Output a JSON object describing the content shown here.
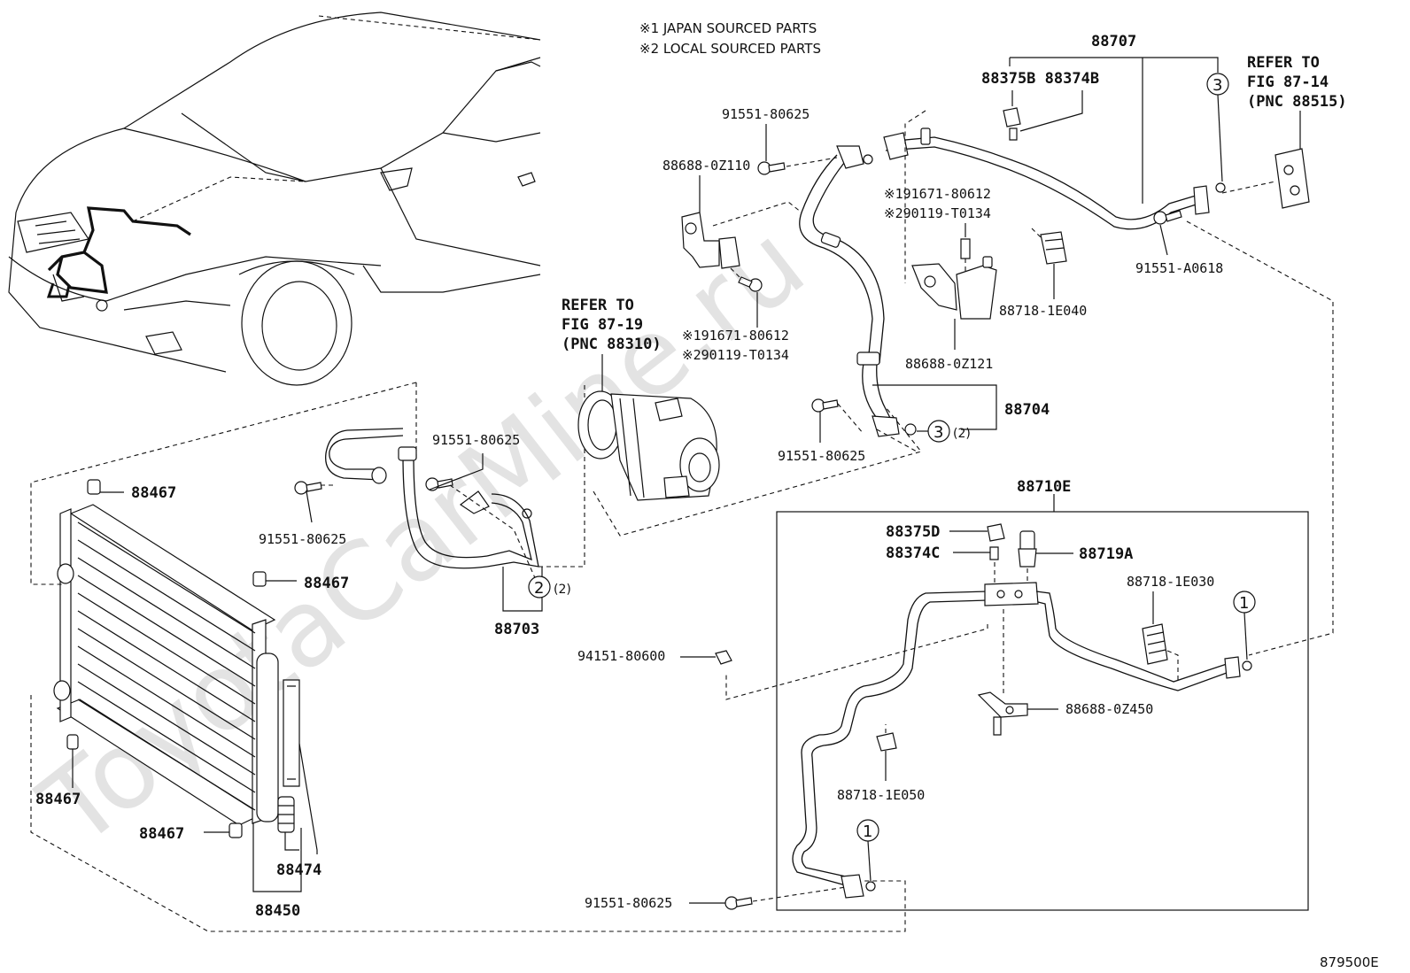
{
  "notes": {
    "note1": "※1 JAPAN SOURCED PARTS",
    "note2": "※2 LOCAL SOURCED PARTS"
  },
  "watermark": "ToyotaCarMine.ru",
  "figure_code": "879500E",
  "refs": {
    "ref_comp_1": "REFER TO",
    "ref_comp_2": "FIG 87-19",
    "ref_comp_3": "(PNC 88310)",
    "ref_valve_1": "REFER TO",
    "ref_valve_2": "FIG 87-14",
    "ref_valve_3": "(PNC 88515)"
  },
  "callouts": {
    "c1": "1",
    "c1b": "1",
    "c2": "2",
    "c3": "3",
    "c3b": "3",
    "qty2a": "(2)",
    "qty2b": "(2)"
  },
  "labels": {
    "p88707": "88707",
    "p88375B_88374B": "88375B 88374B",
    "p91551_80625_a": "91551-80625",
    "p88688_0Z110": "88688-0Z110",
    "p91671_80612_a": "※191671-80612",
    "p90119_T0134_a": "※290119-T0134",
    "p91551_A0618": "91551-A0618",
    "p88718_1E040": "88718-1E040",
    "p88688_0Z121": "88688-0Z121",
    "p91671_80612_b": "※191671-80612",
    "p90119_T0134_b": "※290119-T0134",
    "p88704": "88704",
    "p91551_80625_b": "91551-80625",
    "p91551_80625_c": "91551-80625",
    "p91551_80625_d": "91551-80625",
    "p88703": "88703",
    "p88467_a": "88467",
    "p88467_b": "88467",
    "p88467_c": "88467",
    "p88467_d": "88467",
    "p88474": "88474",
    "p88450": "88450",
    "p88710E": "88710E",
    "p88375D": "88375D",
    "p88374C": "88374C",
    "p88719A": "88719A",
    "p88718_1E030": "88718-1E030",
    "p94151_80600": "94151-80600",
    "p88688_0Z450": "88688-0Z450",
    "p88718_1E050": "88718-1E050",
    "p91551_80625_e": "91551-80625"
  }
}
